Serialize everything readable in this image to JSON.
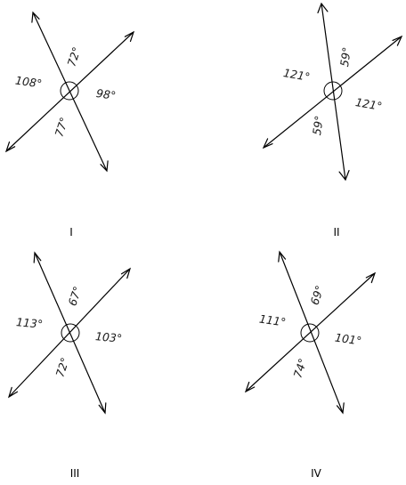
{
  "figures": [
    {
      "caption": "I",
      "angles": {
        "a": "72°",
        "b": "108°",
        "c": "98°",
        "d": "77°"
      }
    },
    {
      "caption": "II",
      "angles": {
        "a": "59°",
        "b": "121°",
        "c": "121°",
        "d": "59°"
      }
    },
    {
      "caption": "III",
      "angles": {
        "a": "67°",
        "b": "113°",
        "c": "103°",
        "d": "72°"
      }
    },
    {
      "caption": "IV",
      "angles": {
        "a": "69°",
        "b": "111°",
        "c": "101°",
        "d": "74°"
      }
    }
  ]
}
